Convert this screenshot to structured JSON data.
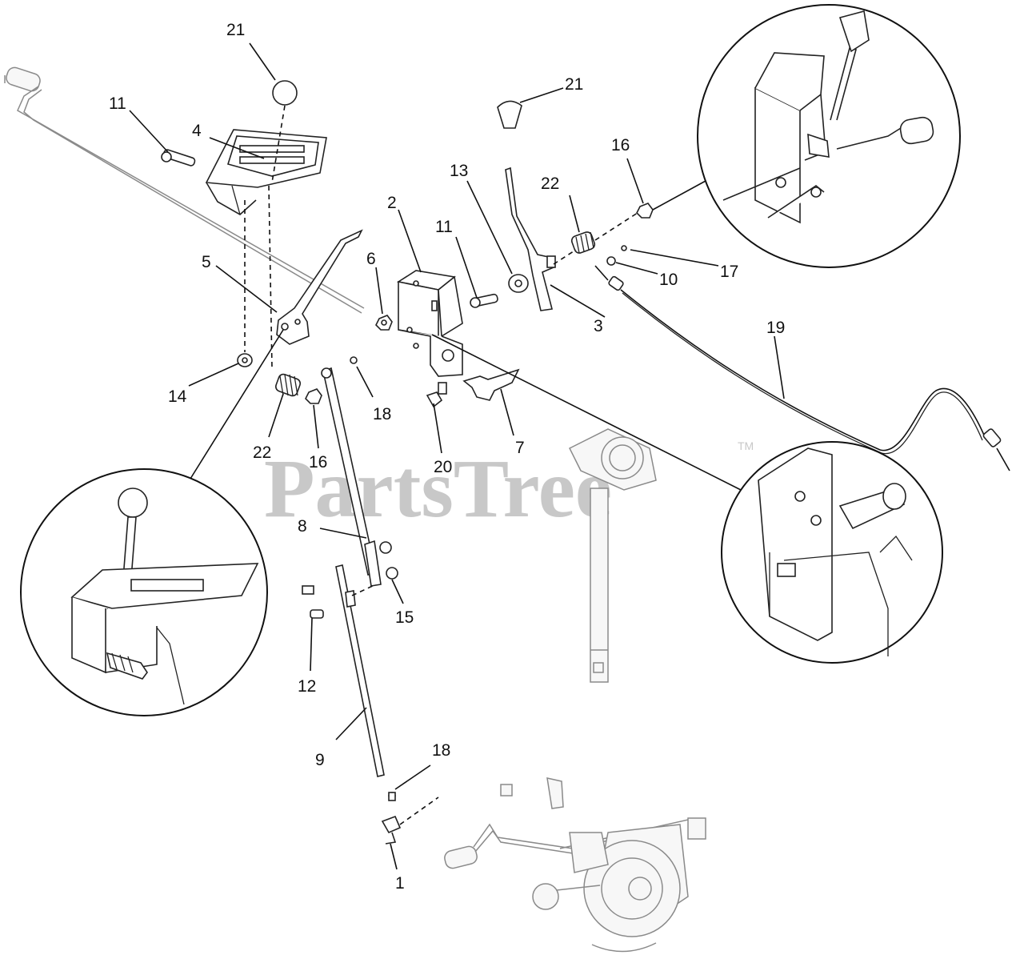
{
  "callouts": [
    {
      "id": "c21a",
      "text": "21"
    },
    {
      "id": "c11a",
      "text": "11"
    },
    {
      "id": "c4",
      "text": "4"
    },
    {
      "id": "c21b",
      "text": "21"
    },
    {
      "id": "c16a",
      "text": "16"
    },
    {
      "id": "c13",
      "text": "13"
    },
    {
      "id": "c22a",
      "text": "22"
    },
    {
      "id": "c2",
      "text": "2"
    },
    {
      "id": "c11b",
      "text": "11"
    },
    {
      "id": "c6",
      "text": "6"
    },
    {
      "id": "c5",
      "text": "5"
    },
    {
      "id": "c3",
      "text": "3"
    },
    {
      "id": "c10",
      "text": "10"
    },
    {
      "id": "c17",
      "text": "17"
    },
    {
      "id": "c19",
      "text": "19"
    },
    {
      "id": "c14",
      "text": "14"
    },
    {
      "id": "c18a",
      "text": "18"
    },
    {
      "id": "c22b",
      "text": "22"
    },
    {
      "id": "c16b",
      "text": "16"
    },
    {
      "id": "c20",
      "text": "20"
    },
    {
      "id": "c7",
      "text": "7"
    },
    {
      "id": "c8",
      "text": "8"
    },
    {
      "id": "c15",
      "text": "15"
    },
    {
      "id": "c12",
      "text": "12"
    },
    {
      "id": "c9",
      "text": "9"
    },
    {
      "id": "c18b",
      "text": "18"
    },
    {
      "id": "c1",
      "text": "1"
    }
  ],
  "watermark": {
    "text": "PartsTree",
    "tm": "TM"
  }
}
